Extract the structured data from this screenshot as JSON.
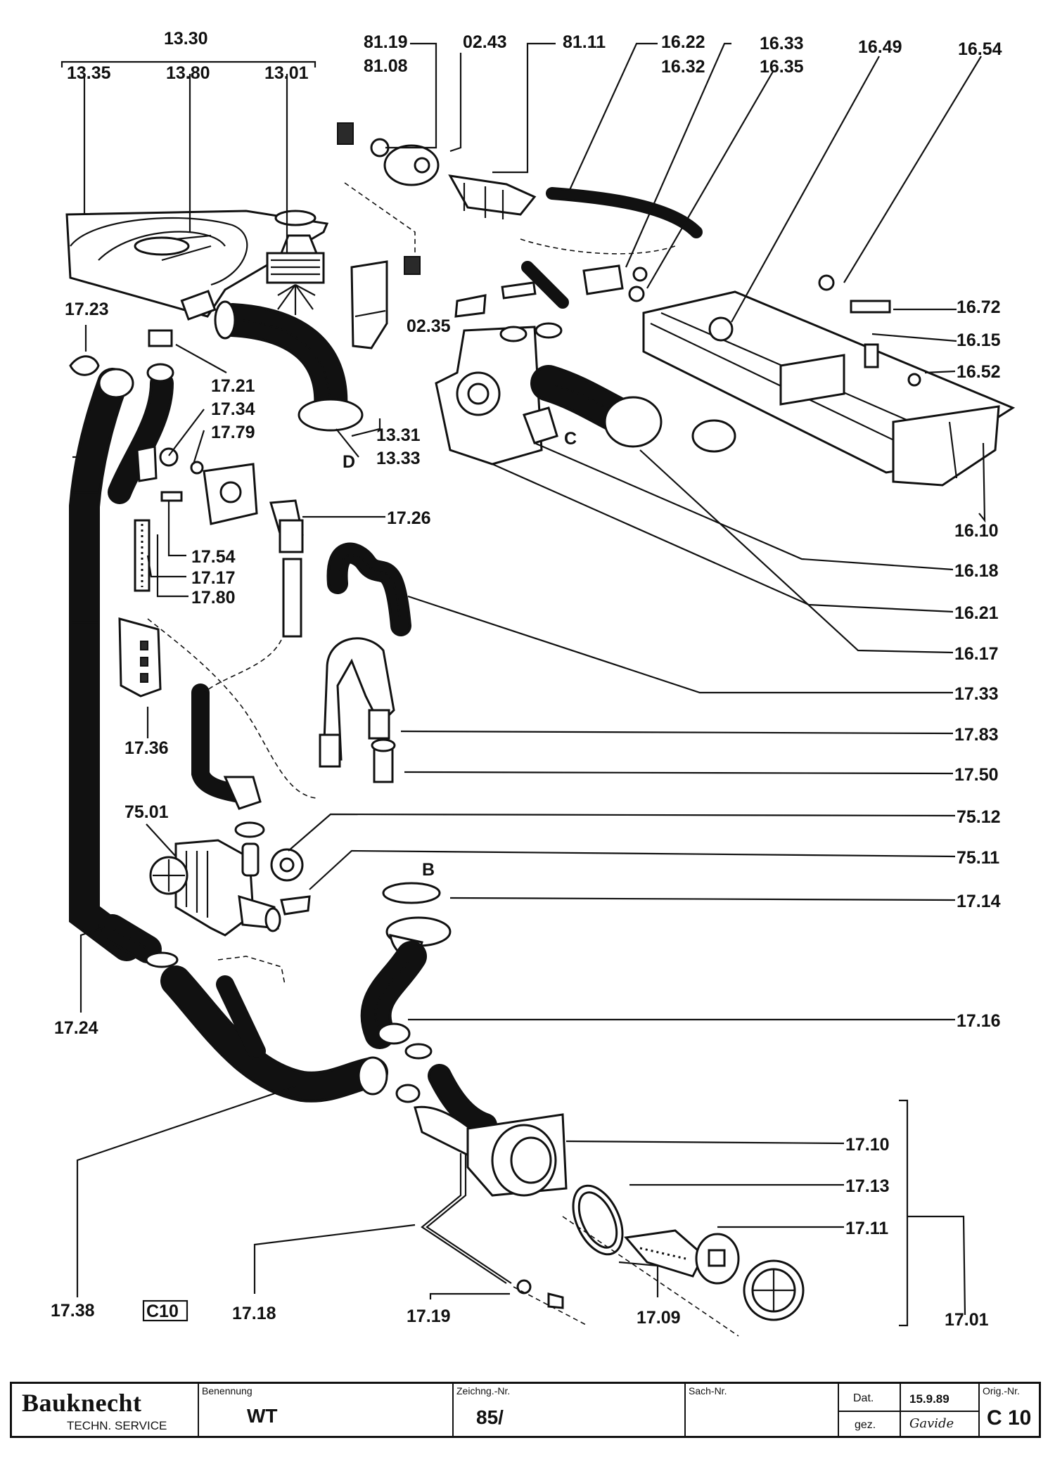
{
  "labels": {
    "l_13_30": "13.30",
    "l_13_35": "13.35",
    "l_13_80": "13.80",
    "l_13_01": "13.01",
    "l_81_19": "81.19",
    "l_81_08": "81.08",
    "l_02_43": "02.43",
    "l_81_11": "81.11",
    "l_16_22": "16.22",
    "l_16_32": "16.32",
    "l_16_33": "16.33",
    "l_16_35": "16.35",
    "l_16_49": "16.49",
    "l_16_54": "16.54",
    "l_17_23": "17.23",
    "l_02_35": "02.35",
    "l_16_72": "16.72",
    "l_16_15": "16.15",
    "l_16_52": "16.52",
    "l_17_21": "17.21",
    "l_17_34": "17.34",
    "l_17_79": "17.79",
    "l_13_31": "13.31",
    "l_13_33": "13.33",
    "l_D": "D",
    "l_C": "C",
    "l_16_10": "16.10",
    "l_17_26": "17.26",
    "l_17_54": "17.54",
    "l_17_17": "17.17",
    "l_17_80": "17.80",
    "l_16_18": "16.18",
    "l_16_21": "16.21",
    "l_16_17": "16.17",
    "l_17_33": "17.33",
    "l_17_36": "17.36",
    "l_17_83": "17.83",
    "l_17_50": "17.50",
    "l_75_01": "75.01",
    "l_75_12": "75.12",
    "l_75_11": "75.11",
    "l_B": "B",
    "l_17_14": "17.14",
    "l_17_16": "17.16",
    "l_17_24": "17.24",
    "l_17_10": "17.10",
    "l_17_13": "17.13",
    "l_17_11": "17.11",
    "l_17_38": "17.38",
    "l_C10": "C10",
    "l_17_18": "17.18",
    "l_17_19": "17.19",
    "l_17_09": "17.09",
    "l_17_01": "17.01"
  },
  "title_block": {
    "brand": "Bauknecht",
    "brand_sub": "TECHN. SERVICE",
    "benennung_caption": "Benennung",
    "benennung_value": "WT",
    "zeichng_caption": "Zeichng.-Nr.",
    "zeichng_value": "85/",
    "sach_caption": "Sach-Nr.",
    "dat_caption": "Dat.",
    "dat_value": "15.9.89",
    "gez_caption": "gez.",
    "gez_value": "Gavide",
    "orig_caption": "Orig.-Nr.",
    "orig_value": "C 10"
  }
}
